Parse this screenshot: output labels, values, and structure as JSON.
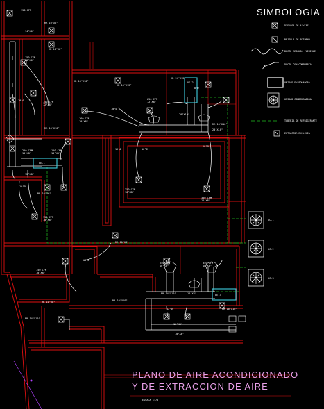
{
  "legend": {
    "title": "SIMBOLOGIA",
    "items": [
      {
        "icon": "difusor-icon",
        "label": "DIFUSOR DE 4 VIAS"
      },
      {
        "icon": "rejilla-icon",
        "label": "REJILLA DE RETORNO"
      },
      {
        "icon": "ducto-flexible-icon",
        "label": "DUCTO REDONDO FLEXIBLE"
      },
      {
        "icon": "ducto-compuerta-icon",
        "label": "DUCTO CON COMPUERTA"
      },
      {
        "icon": "unidad-evaporadora-icon",
        "label": "UNIDAD EVAPORADORA"
      },
      {
        "icon": "unidad-condensadora-icon",
        "label": "UNIDAD CONDENSADORA"
      },
      {
        "icon": "tuberia-refrigerante-icon",
        "label": "TUBERIA DE REFRIGERANTE"
      },
      {
        "icon": "extractor-icon",
        "label": "EXTRACTOR EN LINEA"
      }
    ]
  },
  "plan_title": {
    "line1": "PLANO DE AIRE ACONDICIONADO",
    "line2": "Y DE EXTRACCION DE AIRE",
    "scale": "ESCALA 1:75"
  },
  "colors": {
    "walls": "#e01010",
    "ducts": "#ffffff",
    "evaporator": "#3fd0e0",
    "refrigerant": "#22c022",
    "title": "#e8a0e8",
    "background": "#000000"
  }
}
